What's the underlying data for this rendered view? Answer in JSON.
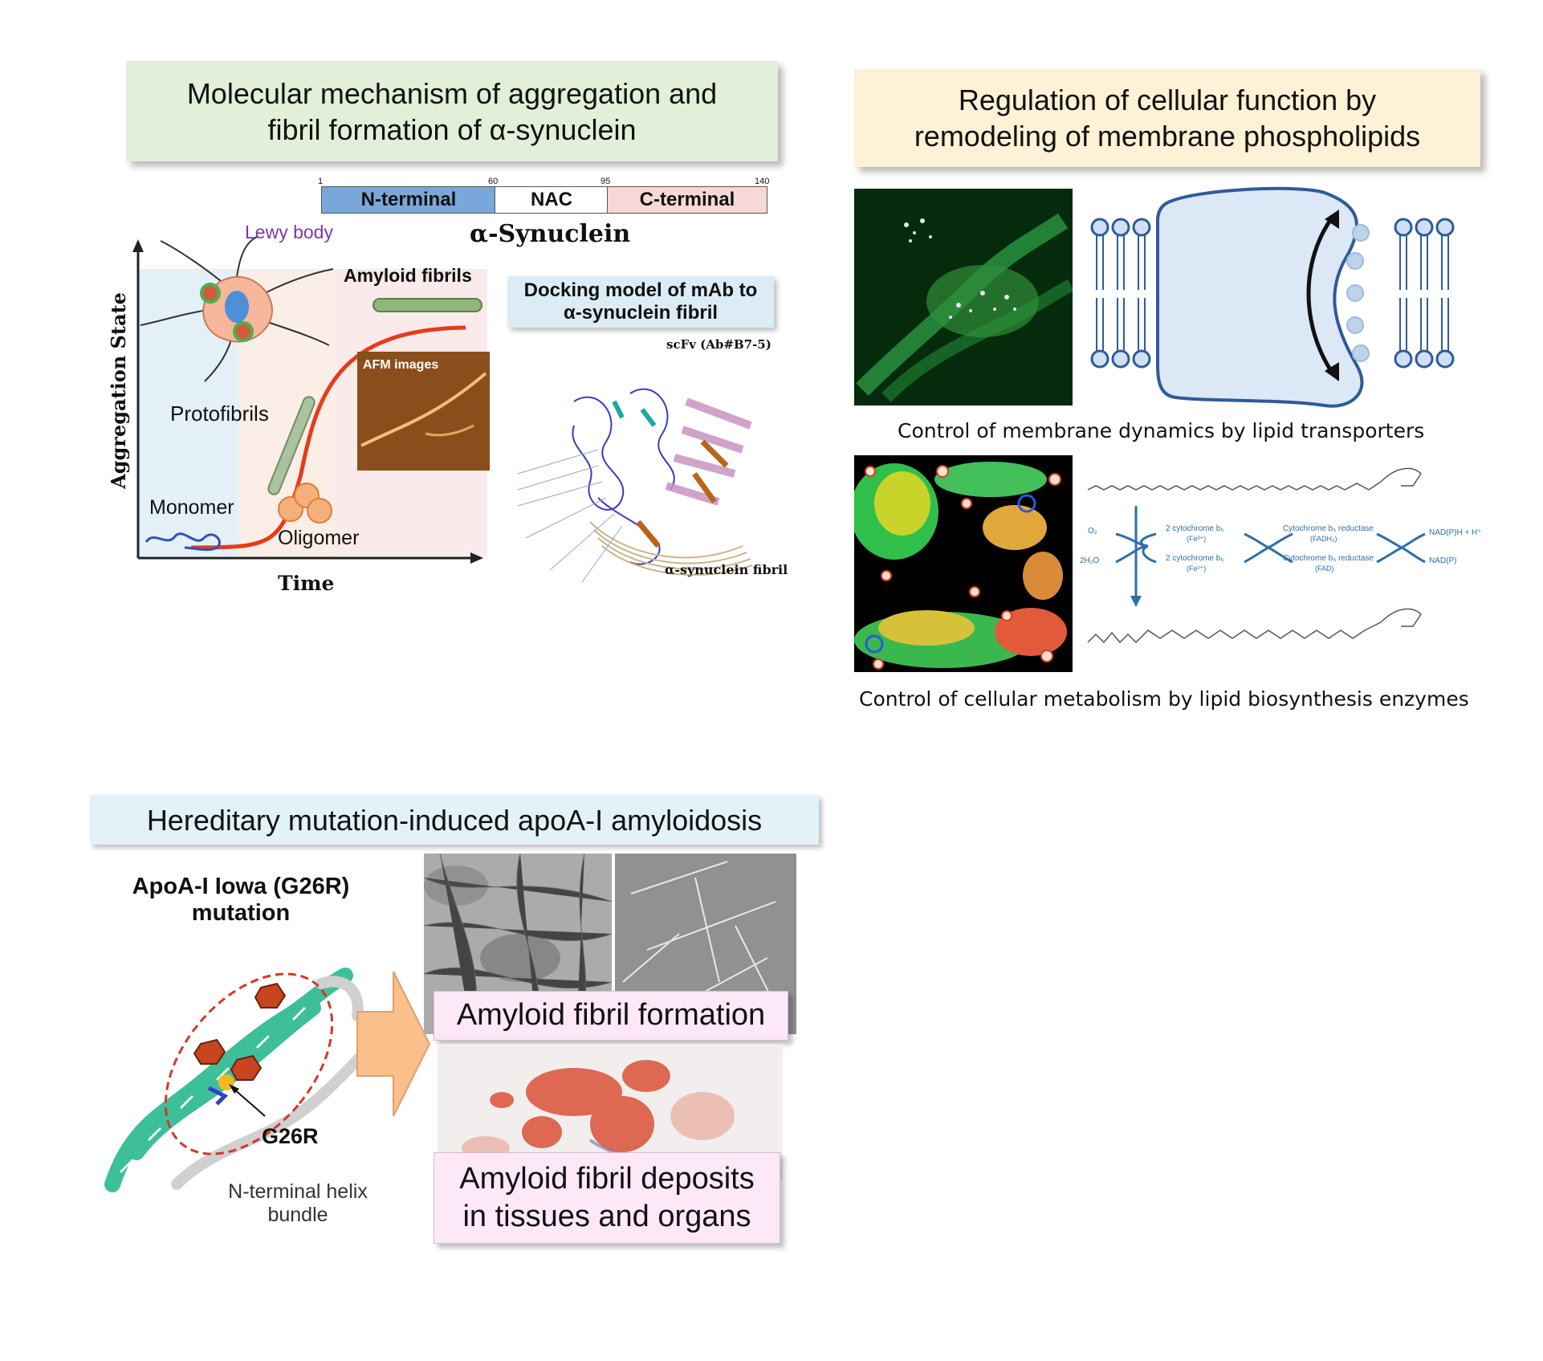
{
  "panels": {
    "synuclein": {
      "title": "Molecular mechanism of aggregation and fibril formation of α-synuclein",
      "title_color": "#e2efd9",
      "domains": {
        "n_terminal": "N-terminal",
        "nac": "NAC",
        "c_terminal": "C-terminal",
        "pos_1": "1",
        "pos_60": "60",
        "pos_95": "95",
        "pos_140": "140"
      },
      "protein_name": "α-Synuclein",
      "lewy_body": "Lewy body",
      "amyloid_fibrils": "Amyloid fibrils",
      "afm_images": "AFM images",
      "protofibrils": "Protofibrils",
      "monomer": "Monomer",
      "oligomer": "Oligomer",
      "y_axis": "Aggregation State",
      "x_axis": "Time",
      "docking_title": "Docking model of mAb to α-synuclein fibril",
      "scfv_label": "scFv (Ab#B7-5)",
      "fibril_label": "α-synuclein fibril"
    },
    "phospholipids": {
      "title": "Regulation of cellular function by remodeling of membrane phospholipids",
      "title_color": "#fdf1d6",
      "caption_transporters": "Control of membrane dynamics by lipid transporters",
      "caption_enzymes": "Control of cellular metabolism by lipid biosynthesis enzymes",
      "reaction": {
        "o2": "O₂",
        "h2o": "2H₂O",
        "cyt_b5_fe3": "2 cytochrome b₅",
        "fe3": "(Fe³⁺)",
        "cyt_b5_fe2": "2 cytochrome b₅",
        "fe2": "(Fe²⁺)",
        "reductase_1": "Cytochrome b₅ reductase",
        "fadh2": "(FADH₂)",
        "reductase_2": "Cytochrome b₅ reductase",
        "fad": "(FAD)",
        "nadph": "NAD(P)H + H⁺",
        "nadp": "NAD(P)"
      }
    },
    "apoa1": {
      "title": "Hereditary mutation-induced apoA-I amyloidosis",
      "title_color": "#e3f1f8",
      "mutation_title": "ApoA-I Iowa (G26R) mutation",
      "g26r": "G26R",
      "helix_bundle": "N-terminal helix bundle",
      "fibril_formation": "Amyloid fibril formation",
      "fibril_deposits": "Amyloid fibril deposits in tissues and organs"
    }
  },
  "colors": {
    "n_terminal": "#7aa7d9",
    "nac": "#ffffff",
    "c_terminal": "#f6d9d6",
    "curve": "#e83a1c",
    "lewy": "#7a3aa8",
    "membrane": "#2e5b9a",
    "reaction_blue": "#2e6fa8",
    "arrow_orange": "#f9c08c"
  }
}
